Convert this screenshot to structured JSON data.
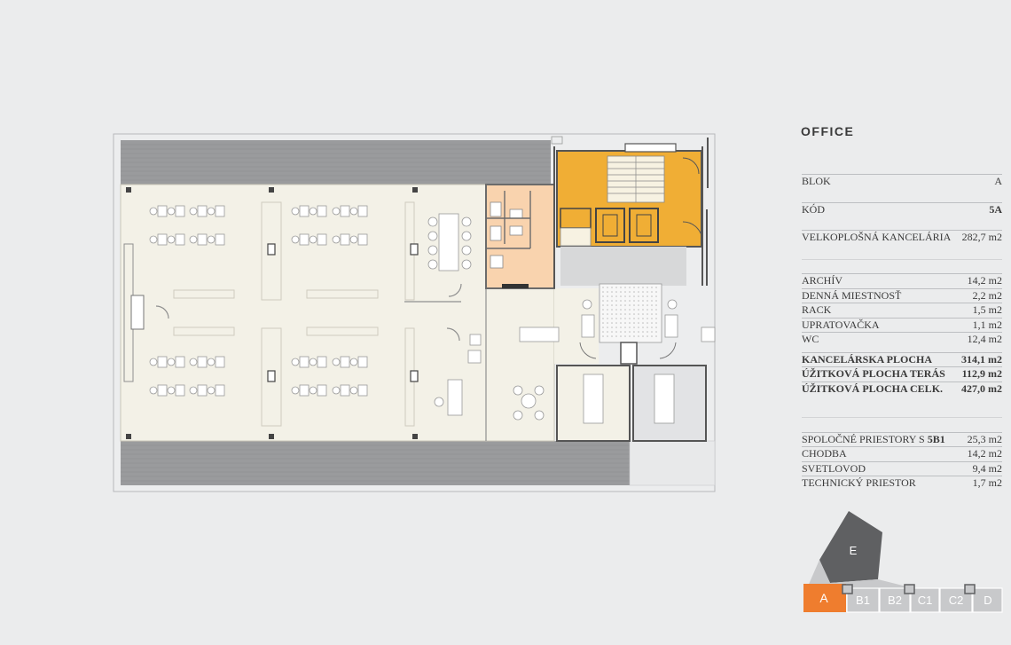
{
  "title": "OFFICE",
  "info_top": [
    {
      "label": "BLOK",
      "value": "A"
    },
    {
      "label": "KÓD",
      "value": "5A"
    },
    {
      "label": "VELKOPLOŠNÁ KANCELÁRIA",
      "value": "282,7 m2"
    }
  ],
  "info_rooms": [
    {
      "label": "ARCHÍV",
      "value": "14,2 m2"
    },
    {
      "label": "DENNÁ MIESTNOSŤ",
      "value": "2,2 m2"
    },
    {
      "label": "RACK",
      "value": "1,5 m2"
    },
    {
      "label": "UPRATOVAČKA",
      "value": "1,1 m2"
    },
    {
      "label": "WC",
      "value": "12,4 m2"
    }
  ],
  "info_totals": [
    {
      "label": "KANCELÁRSKA PLOCHA",
      "value": "314,1 m2"
    },
    {
      "label": "ÚŽITKOVÁ PLOCHA TERÁS",
      "value": "112,9 m2"
    },
    {
      "label": "ÚŽITKOVÁ PLOCHA CELK.",
      "value": "427,0 m2"
    }
  ],
  "info_common": {
    "first_label": "SPOLOČNÉ PRIESTORY S",
    "first_code": "5B1",
    "first_value": "25,3 m2",
    "rows": [
      {
        "label": "CHODBA",
        "value": "14,2 m2"
      },
      {
        "label": "SVETLOVOD",
        "value": "9,4 m2"
      },
      {
        "label": "TECHNICKÝ PRIESTOR",
        "value": "1,7 m2"
      }
    ]
  },
  "blocks": {
    "e_label": "E",
    "items": [
      "A",
      "B1",
      "B2",
      "C1",
      "C2",
      "D"
    ],
    "active": "A",
    "active_color": "#ef7d2e",
    "dark_color": "#5f6062",
    "light_color": "#c8c9cb"
  },
  "colors": {
    "office_floor": "#f3f1e7",
    "core_orange": "#f0ae35",
    "wc_orange": "#f9d3ae",
    "terrace_gray": "#9a9b9d",
    "corridor_gray": "#d7d8d9"
  }
}
